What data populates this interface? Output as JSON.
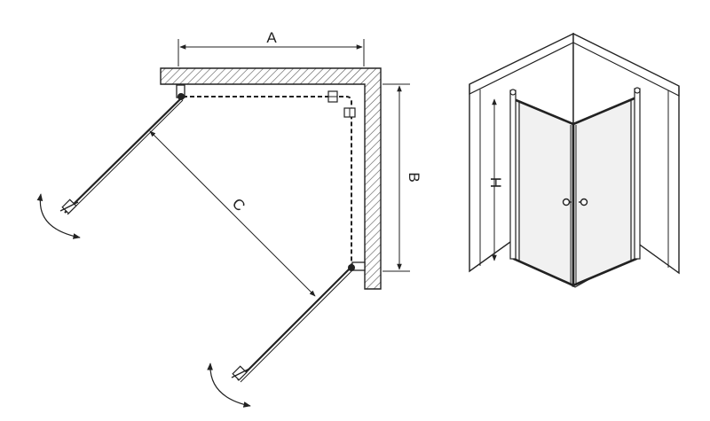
{
  "plan_view": {
    "dimension_a": "A",
    "dimension_b": "B",
    "dimension_c": "C"
  },
  "perspective_view": {
    "dimension_h": "H"
  },
  "colors": {
    "line": "#222222",
    "hatch": "#555555",
    "glass": "#f1f1f1",
    "wall": "#ffffff",
    "floor": "#f7f7f7"
  }
}
